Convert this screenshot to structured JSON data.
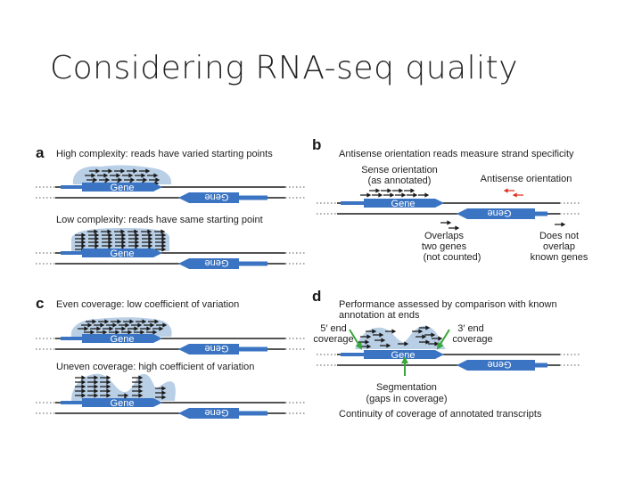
{
  "title": "Considering RNA-seq quality",
  "colors": {
    "gene": "#3a74c2",
    "coverage": "#b9cfe6",
    "read": "#1a1a1a",
    "antisense_read": "#e03020",
    "arrow_green": "#3aa63a"
  },
  "panel_a": {
    "label": "a",
    "high_caption": "High complexity: reads have varied starting points",
    "low_caption": "Low complexity: reads have same starting point",
    "gene_label": "Gene",
    "gene_label_reversed": "Gene"
  },
  "panel_b": {
    "label": "b",
    "caption": "Antisense orientation reads measure strand specificity",
    "sense_line1": "Sense orientation",
    "sense_line2": "(as annotated)",
    "antisense": "Antisense orientation",
    "overlaps_line1": "Overlaps",
    "overlaps_line2": "two genes",
    "overlaps_line3": "(not counted)",
    "notoverlap_line1": "Does not",
    "notoverlap_line2": "overlap",
    "notoverlap_line3": "known genes",
    "gene_label": "Gene",
    "gene_label_reversed": "Gene"
  },
  "panel_c": {
    "label": "c",
    "even_caption": "Even coverage: low coefficient of variation",
    "uneven_caption": "Uneven coverage: high coefficient of variation",
    "gene_label": "Gene",
    "gene_label_reversed": "Gene"
  },
  "panel_d": {
    "label": "d",
    "caption_line1": "Performance assessed by comparison with known",
    "caption_line2": "annotation at ends",
    "five_end_line1": "5′ end",
    "five_end_line2": "coverage",
    "three_end_line1": "3′ end",
    "three_end_line2": "coverage",
    "segmentation_line1": "Segmentation",
    "segmentation_line2": "(gaps in coverage)",
    "continuity": "Continuity of coverage of annotated transcripts",
    "gene_label": "Gene",
    "gene_label_reversed": "Gene"
  }
}
